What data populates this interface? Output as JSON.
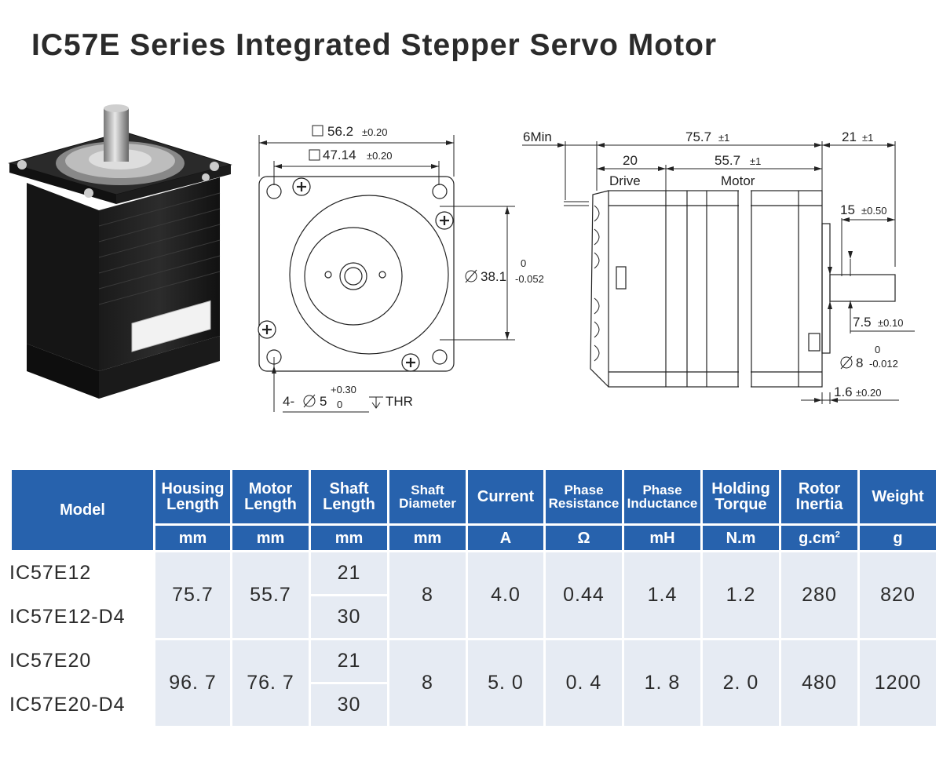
{
  "title": "IC57E Series Integrated Stepper Servo Motor",
  "front_view": {
    "square_outer": "56.2",
    "square_outer_tol": "±0.20",
    "square_inner": "47.14",
    "square_inner_tol": "±0.20",
    "pilot_dia": "38.1",
    "pilot_tol_upper": "0",
    "pilot_tol_lower": "-0.052",
    "hole_prefix": "4-",
    "hole_dia": "5",
    "hole_tol_upper": "+0.30",
    "hole_tol_lower": "0",
    "hole_through": "THR"
  },
  "side_view": {
    "min_gap": "6Min",
    "total_length": "75.7",
    "total_length_tol": "±1",
    "shaft_length": "21",
    "shaft_length_tol": "±1",
    "drive_length": "20",
    "drive_label": "Drive",
    "motor_length": "55.7",
    "motor_length_tol": "±1",
    "motor_label": "Motor",
    "flat_length": "15",
    "flat_length_tol": "±0.50",
    "flat_depth": "7.5",
    "flat_depth_tol": "±0.10",
    "shaft_dia": "8",
    "shaft_dia_tol_upper": "0",
    "shaft_dia_tol_lower": "-0.012",
    "flange_thickness": "1.6",
    "flange_thickness_tol": "±0.20"
  },
  "table": {
    "headers": [
      {
        "l1": "Model",
        "l2": ""
      },
      {
        "l1": "Housing",
        "l2": "Length"
      },
      {
        "l1": "Motor",
        "l2": "Length"
      },
      {
        "l1": "Shaft",
        "l2": "Length"
      },
      {
        "l1": "Shaft",
        "l2": "Diameter"
      },
      {
        "l1": "Current",
        "l2": ""
      },
      {
        "l1": "Phase",
        "l2": "Resistance"
      },
      {
        "l1": "Phase",
        "l2": "Inductance"
      },
      {
        "l1": "Holding",
        "l2": "Torque"
      },
      {
        "l1": "Rotor",
        "l2": "Inertia"
      },
      {
        "l1": "Weight",
        "l2": ""
      }
    ],
    "units": [
      "mm",
      "mm",
      "mm",
      "mm",
      "A",
      "Ω",
      "mH",
      "N.m",
      "g.cm",
      "g"
    ],
    "unit_sup": "2",
    "groups": [
      {
        "models": [
          "IC57E12",
          "IC57E12-D4"
        ],
        "housing": "75.7",
        "motor": "55.7",
        "shaft_lengths": [
          "21",
          "30"
        ],
        "shaft_dia": "8",
        "current": "4.0",
        "resistance": "0.44",
        "inductance": "1.4",
        "torque": "1.2",
        "inertia": "280",
        "weight": "820"
      },
      {
        "models": [
          "IC57E20",
          "IC57E20-D4"
        ],
        "housing": "96. 7",
        "motor": "76. 7",
        "shaft_lengths": [
          "21",
          "30"
        ],
        "shaft_dia": "8",
        "current": "5. 0",
        "resistance": "0. 4",
        "inductance": "1. 8",
        "torque": "2. 0",
        "inertia": "480",
        "weight": "1200"
      }
    ]
  }
}
